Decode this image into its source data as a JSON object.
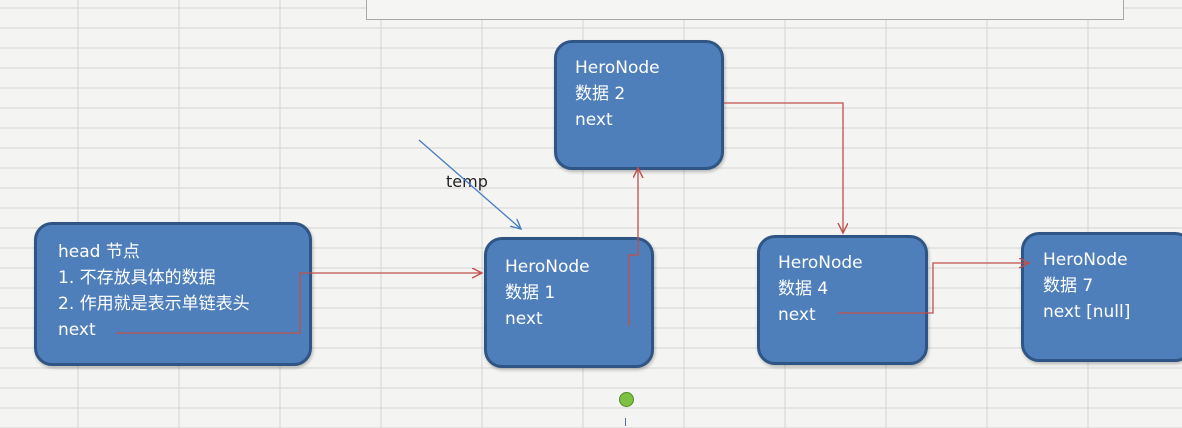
{
  "nodes": {
    "head": {
      "title": "head 节点",
      "line1": "1. 不存放具体的数据",
      "line2": "2. 作用就是表示单链表头",
      "next": "next"
    },
    "node1": {
      "title": "HeroNode",
      "data": "数据 1",
      "next": "next"
    },
    "node2": {
      "title": "HeroNode",
      "data": "数据 2",
      "next": "next"
    },
    "node4": {
      "title": "HeroNode",
      "data": "数据 4",
      "next": "next"
    },
    "node7": {
      "title": "HeroNode",
      "data": "数据 7",
      "next": "next [null]"
    }
  },
  "pointer": {
    "label": "temp"
  },
  "colors": {
    "node_fill": "#4f7fba",
    "node_border": "#2f5584",
    "link_arrow": "#c0504d",
    "pointer_arrow": "#4a7cc4",
    "grid_line": "#d4d4d4"
  }
}
